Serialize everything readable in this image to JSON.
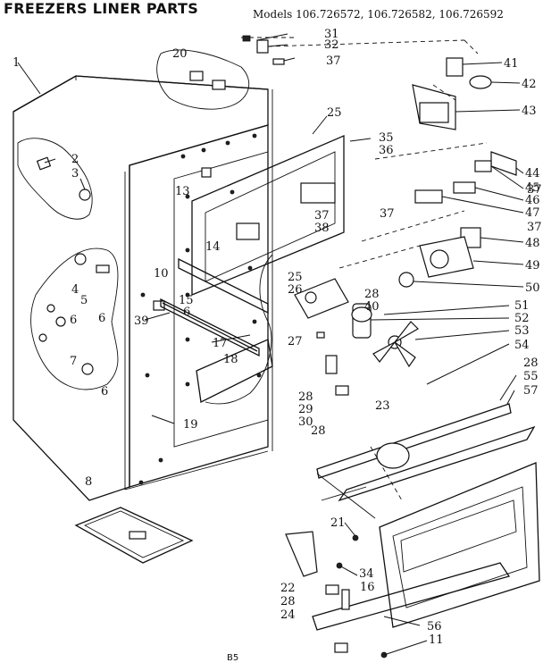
{
  "header": {
    "title": "FREEZERS LINER PARTS",
    "models": "Models 106.726572, 106.726582, 106.726592"
  },
  "footer": {
    "page_code": "B5"
  },
  "callouts": [
    {
      "id": "c1",
      "label": "1"
    },
    {
      "id": "c2",
      "label": "2"
    },
    {
      "id": "c3",
      "label": "3"
    },
    {
      "id": "c4",
      "label": "4"
    },
    {
      "id": "c5",
      "label": "5"
    },
    {
      "id": "c6a",
      "label": "6"
    },
    {
      "id": "c6b",
      "label": "6"
    },
    {
      "id": "c6c",
      "label": "6"
    },
    {
      "id": "c7",
      "label": "7"
    },
    {
      "id": "c8",
      "label": "8"
    },
    {
      "id": "c10",
      "label": "10"
    },
    {
      "id": "c11",
      "label": "11"
    },
    {
      "id": "c13",
      "label": "13"
    },
    {
      "id": "c14",
      "label": "14"
    },
    {
      "id": "c15",
      "label": "15"
    },
    {
      "id": "c16",
      "label": "16"
    },
    {
      "id": "c17",
      "label": "17"
    },
    {
      "id": "c18",
      "label": "18"
    },
    {
      "id": "c19",
      "label": "19"
    },
    {
      "id": "c20",
      "label": "20"
    },
    {
      "id": "c21",
      "label": "21"
    },
    {
      "id": "c22",
      "label": "22"
    },
    {
      "id": "c23",
      "label": "23"
    },
    {
      "id": "c24",
      "label": "24"
    },
    {
      "id": "c25a",
      "label": "25"
    },
    {
      "id": "c25b",
      "label": "25"
    },
    {
      "id": "c26",
      "label": "26"
    },
    {
      "id": "c27",
      "label": "27"
    },
    {
      "id": "c28a",
      "label": "28"
    },
    {
      "id": "c28b",
      "label": "28"
    },
    {
      "id": "c28c",
      "label": "28"
    },
    {
      "id": "c28d",
      "label": "28"
    },
    {
      "id": "c28e",
      "label": "28"
    },
    {
      "id": "c29",
      "label": "29"
    },
    {
      "id": "c30",
      "label": "30"
    },
    {
      "id": "c31",
      "label": "31"
    },
    {
      "id": "c32",
      "label": "32"
    },
    {
      "id": "c34",
      "label": "34"
    },
    {
      "id": "c35",
      "label": "35"
    },
    {
      "id": "c36",
      "label": "36"
    },
    {
      "id": "c37a",
      "label": "37"
    },
    {
      "id": "c37b",
      "label": "37"
    },
    {
      "id": "c37c",
      "label": "37"
    },
    {
      "id": "c37d",
      "label": "37"
    },
    {
      "id": "c37e",
      "label": "37"
    },
    {
      "id": "c38",
      "label": "38"
    },
    {
      "id": "c39",
      "label": "39"
    },
    {
      "id": "c40",
      "label": "40"
    },
    {
      "id": "c41",
      "label": "41"
    },
    {
      "id": "c42",
      "label": "42"
    },
    {
      "id": "c43",
      "label": "43"
    },
    {
      "id": "c44",
      "label": "44"
    },
    {
      "id": "c45",
      "label": "45"
    },
    {
      "id": "c46",
      "label": "46"
    },
    {
      "id": "c47",
      "label": "47"
    },
    {
      "id": "c48",
      "label": "48"
    },
    {
      "id": "c49",
      "label": "49"
    },
    {
      "id": "c50",
      "label": "50"
    },
    {
      "id": "c51",
      "label": "51"
    },
    {
      "id": "c52",
      "label": "52"
    },
    {
      "id": "c53",
      "label": "53"
    },
    {
      "id": "c54",
      "label": "54"
    },
    {
      "id": "c55",
      "label": "55"
    },
    {
      "id": "c56",
      "label": "56"
    },
    {
      "id": "c57",
      "label": "57"
    },
    {
      "id": "c6d",
      "label": "6"
    }
  ]
}
